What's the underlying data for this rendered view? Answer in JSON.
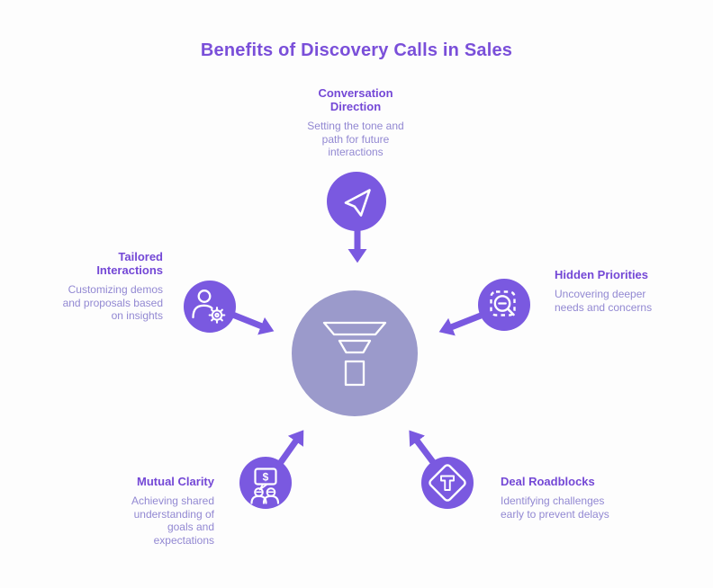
{
  "title": "Benefits of Discovery Calls in Sales",
  "hub": {
    "icon": "funnel-icon"
  },
  "spokes": [
    {
      "id": "conversation-direction",
      "heading": "Conversation Direction",
      "description": "Setting the tone and path for future interactions",
      "icon": "paper-plane-icon",
      "position": "top"
    },
    {
      "id": "hidden-priorities",
      "heading": "Hidden Priorities",
      "description": "Uncovering deeper needs and concerns",
      "icon": "magnifier-selection-icon",
      "position": "right"
    },
    {
      "id": "deal-roadblocks",
      "heading": "Deal Roadblocks",
      "description": "Identifying challenges early to prevent delays",
      "icon": "t-junction-sign-icon",
      "position": "bottom-right"
    },
    {
      "id": "mutual-clarity",
      "heading": "Mutual Clarity",
      "description": "Achieving shared understanding of goals and expectations",
      "icon": "sales-discussion-icon",
      "position": "bottom-left"
    },
    {
      "id": "tailored-interactions",
      "heading": "Tailored Interactions",
      "description": "Customizing demos and proposals based on insights",
      "icon": "user-gear-icon",
      "position": "left"
    }
  ],
  "glyphs": {
    "dollar": "$"
  },
  "colors": {
    "accent": "#7a59e0",
    "hub": "#9b9acb",
    "heading": "#7448d6",
    "title": "#7a4fd9",
    "body": "#9288d2",
    "background": "#fdfdfd"
  }
}
